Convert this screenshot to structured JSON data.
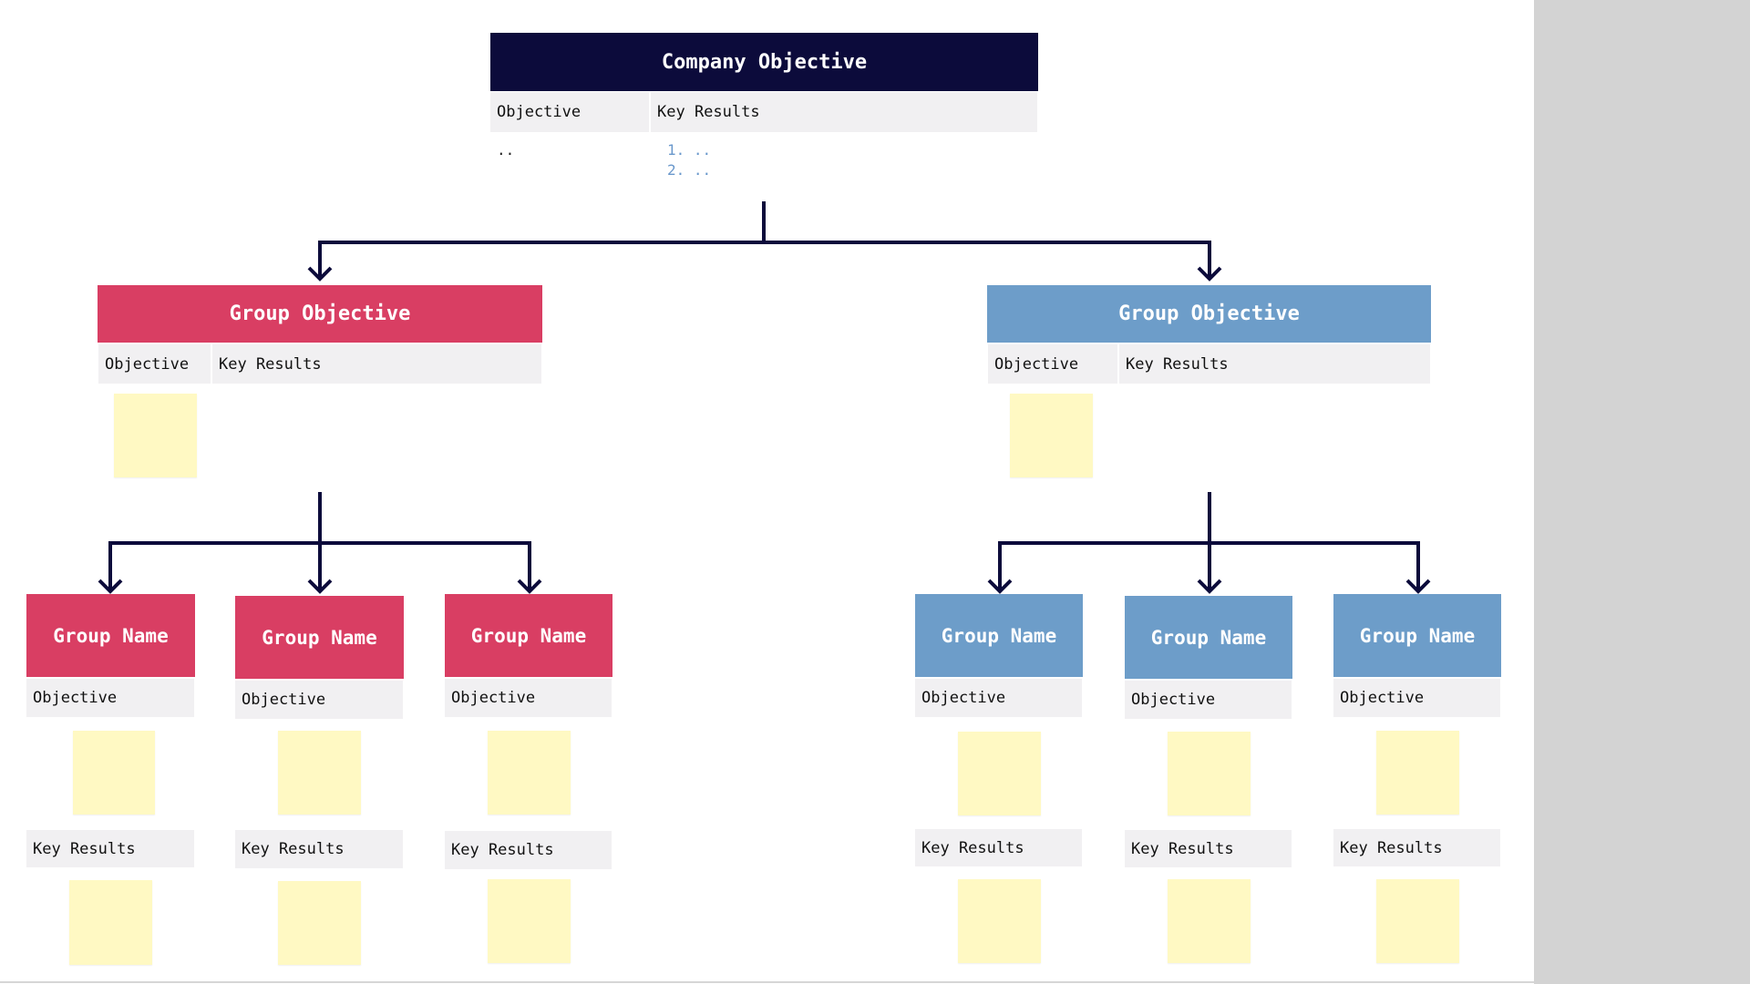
{
  "company": {
    "title": "Company Objective",
    "col_objective": "Objective",
    "col_key_results": "Key Results",
    "objective_value": "..",
    "key_results": [
      "1. ..",
      "2. .."
    ]
  },
  "groups": [
    {
      "title": "Group Objective",
      "color": "#d93e63",
      "col_objective": "Objective",
      "col_key_results": "Key Results"
    },
    {
      "title": "Group Objective",
      "color": "#6d9dc9",
      "col_objective": "Objective",
      "col_key_results": "Key Results"
    }
  ],
  "teams": [
    {
      "name": "Group Name",
      "objective": "Objective",
      "key_results": "Key Results",
      "color": "#d93e63"
    },
    {
      "name": "Group Name",
      "objective": "Objective",
      "key_results": "Key Results",
      "color": "#d93e63"
    },
    {
      "name": "Group Name",
      "objective": "Objective",
      "key_results": "Key Results",
      "color": "#d93e63"
    },
    {
      "name": "Group Name",
      "objective": "Objective",
      "key_results": "Key Results",
      "color": "#6d9dc9"
    },
    {
      "name": "Group Name",
      "objective": "Objective",
      "key_results": "Key Results",
      "color": "#6d9dc9"
    },
    {
      "name": "Group Name",
      "objective": "Objective",
      "key_results": "Key Results",
      "color": "#6d9dc9"
    }
  ],
  "colors": {
    "navy": "#0c0b3b",
    "red": "#d93e63",
    "blue": "#6d9dc9",
    "sticky": "#fff9c3",
    "row_bg": "#f1f0f2"
  }
}
